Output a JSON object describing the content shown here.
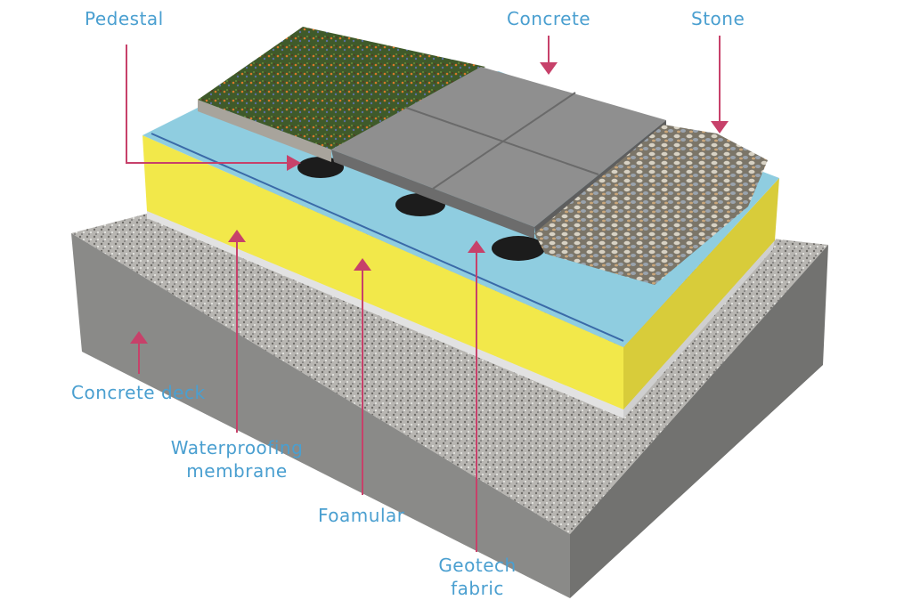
{
  "labels": {
    "pedestal": "Pedestal",
    "concrete": "Concrete",
    "stone": "Stone",
    "concrete_deck": "Concrete deck",
    "waterproofing_line1": "Waterproofing",
    "waterproofing_line2": "membrane",
    "foamular": "Foamular",
    "geotech_line1": "Geotech",
    "geotech_line2": "fabric"
  },
  "colors": {
    "label": "#4a9fd0",
    "arrow": "#c7416a",
    "foam": "#f2e84a",
    "fabric": "#8fcde0",
    "membrane": "#dcdcdc",
    "deck": "#8a8a8a"
  }
}
